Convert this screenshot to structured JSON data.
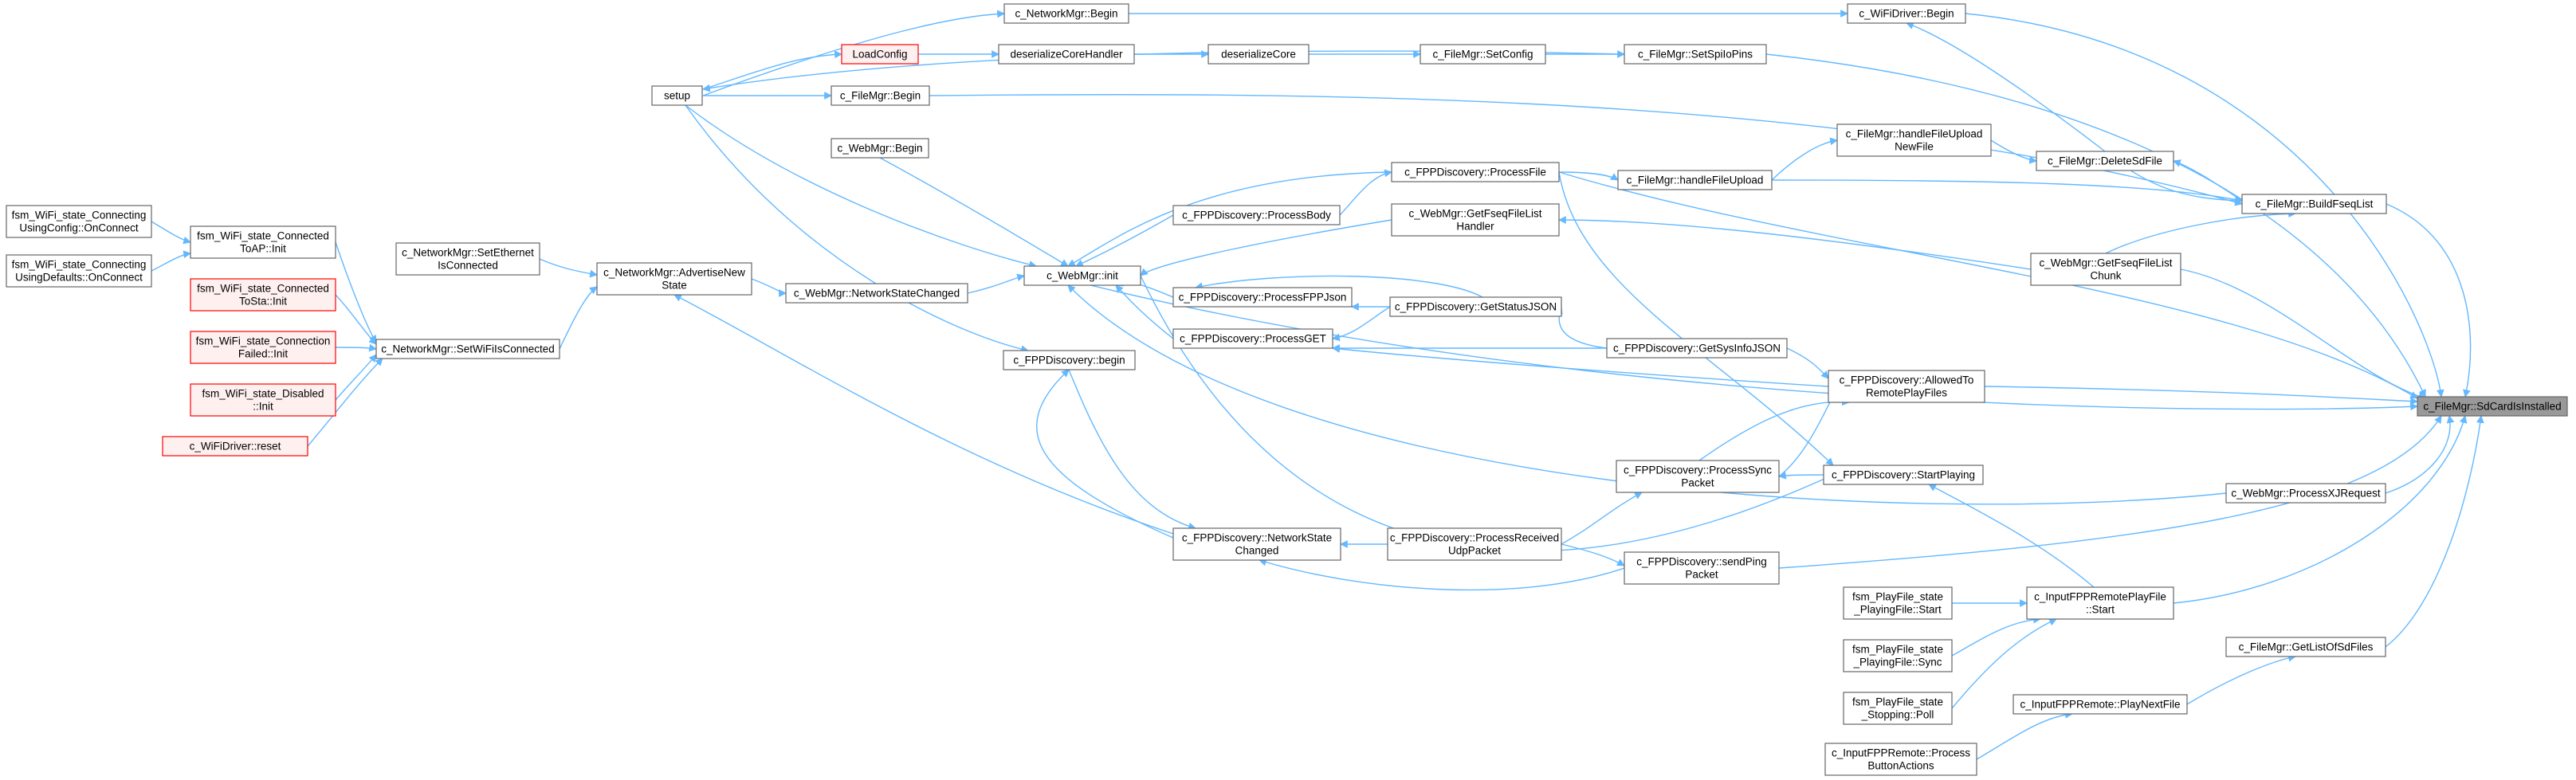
{
  "colors": {
    "edge": "#63b8ff",
    "node_border": "#666666",
    "node_fill": "#ffffff",
    "missing_border": "#ff0000",
    "missing_fill": "#fff0f0",
    "target_fill": "#999999"
  },
  "nodes": [
    {
      "id": "setup",
      "lines": [
        "setup"
      ]
    },
    {
      "id": "networkmgr-begin",
      "lines": [
        "c_NetworkMgr::Begin"
      ]
    },
    {
      "id": "wifidriver-begin",
      "lines": [
        "c_WiFiDriver::Begin"
      ]
    },
    {
      "id": "loadconfig",
      "lines": [
        "LoadConfig"
      ],
      "style": "red"
    },
    {
      "id": "deserializecorehandler",
      "lines": [
        "deserializeCoreHandler"
      ]
    },
    {
      "id": "deserializecore",
      "lines": [
        "deserializeCore"
      ]
    },
    {
      "id": "filemgr-setconfig",
      "lines": [
        "c_FileMgr::SetConfig"
      ]
    },
    {
      "id": "filemgr-setspiiopins",
      "lines": [
        "c_FileMgr::SetSpiIoPins"
      ]
    },
    {
      "id": "filemgr-begin",
      "lines": [
        "c_FileMgr::Begin"
      ]
    },
    {
      "id": "webmgr-begin",
      "lines": [
        "c_WebMgr::Begin"
      ]
    },
    {
      "id": "fppdiscovery-processfile",
      "lines": [
        "c_FPPDiscovery::ProcessFile"
      ]
    },
    {
      "id": "filemgr-handlefileupload",
      "lines": [
        "c_FileMgr::handleFileUpload"
      ]
    },
    {
      "id": "filemgr-handlefileuploadnewfile",
      "lines": [
        "c_FileMgr::handleFileUpload",
        "NewFile"
      ]
    },
    {
      "id": "filemgr-deletesdfile",
      "lines": [
        "c_FileMgr::DeleteSdFile"
      ]
    },
    {
      "id": "filemgr-buildfseqlist",
      "lines": [
        "c_FileMgr::BuildFseqList"
      ]
    },
    {
      "id": "fppdiscovery-processbody",
      "lines": [
        "c_FPPDiscovery::ProcessBody"
      ]
    },
    {
      "id": "webmgr-getfseqfilelisthandler",
      "lines": [
        "c_WebMgr::GetFseqFileList",
        "Handler"
      ]
    },
    {
      "id": "fsm-connecting-config",
      "lines": [
        "fsm_WiFi_state_Connecting",
        "UsingConfig::OnConnect"
      ]
    },
    {
      "id": "fsm-connected-toap",
      "lines": [
        "fsm_WiFi_state_Connected",
        "ToAP::Init"
      ]
    },
    {
      "id": "fsm-connecting-defaults",
      "lines": [
        "fsm_WiFi_state_Connecting",
        "UsingDefaults::OnConnect"
      ]
    },
    {
      "id": "networkmgr-setethernetisconnected",
      "lines": [
        "c_NetworkMgr::SetEthernet",
        "IsConnected"
      ]
    },
    {
      "id": "webmgr-init",
      "lines": [
        "c_WebMgr::init"
      ]
    },
    {
      "id": "webmgr-networkstatechanged",
      "lines": [
        "c_WebMgr::NetworkStateChanged"
      ]
    },
    {
      "id": "networkmgr-advertisenewstate",
      "lines": [
        "c_NetworkMgr::AdvertiseNew",
        "State"
      ]
    },
    {
      "id": "fsm-connected-tosta",
      "lines": [
        "fsm_WiFi_state_Connected",
        "ToSta::Init"
      ],
      "style": "red"
    },
    {
      "id": "fppdiscovery-processfppjson",
      "lines": [
        "c_FPPDiscovery::ProcessFPPJson"
      ]
    },
    {
      "id": "fppdiscovery-getstatusjson",
      "lines": [
        "c_FPPDiscovery::GetStatusJSON"
      ]
    },
    {
      "id": "webmgr-getfseqfilelistchunk",
      "lines": [
        "c_WebMgr::GetFseqFileList",
        "Chunk"
      ]
    },
    {
      "id": "fsm-connectionfailed",
      "lines": [
        "fsm_WiFi_state_Connection",
        "Failed::Init"
      ],
      "style": "red"
    },
    {
      "id": "networkmgr-setwifiisconnected",
      "lines": [
        "c_NetworkMgr::SetWiFiIsConnected"
      ]
    },
    {
      "id": "fppdiscovery-processget",
      "lines": [
        "c_FPPDiscovery::ProcessGET"
      ]
    },
    {
      "id": "fppdiscovery-getsysinfojson",
      "lines": [
        "c_FPPDiscovery::GetSysInfoJSON"
      ]
    },
    {
      "id": "fppdiscovery-begin",
      "lines": [
        "c_FPPDiscovery::begin"
      ]
    },
    {
      "id": "fppdiscovery-allowedtoremoteplayfiles",
      "lines": [
        "c_FPPDiscovery::AllowedTo",
        "RemotePlayFiles"
      ]
    },
    {
      "id": "fsm-disabled",
      "lines": [
        "fsm_WiFi_state_Disabled",
        "::Init"
      ],
      "style": "red"
    },
    {
      "id": "filemgr-sdcardisinstalled",
      "lines": [
        "c_FileMgr::SdCardIsInstalled"
      ],
      "style": "target"
    },
    {
      "id": "wifidriver-reset",
      "lines": [
        "c_WiFiDriver::reset"
      ],
      "style": "red"
    },
    {
      "id": "fppdiscovery-processsyncpacket",
      "lines": [
        "c_FPPDiscovery::ProcessSync",
        "Packet"
      ]
    },
    {
      "id": "fppdiscovery-startplaying",
      "lines": [
        "c_FPPDiscovery::StartPlaying"
      ]
    },
    {
      "id": "webmgr-processxjrequest",
      "lines": [
        "c_WebMgr::ProcessXJRequest"
      ]
    },
    {
      "id": "fppdiscovery-networkstatechanged",
      "lines": [
        "c_FPPDiscovery::NetworkState",
        "Changed"
      ]
    },
    {
      "id": "fppdiscovery-processreceivedudppacket",
      "lines": [
        "c_FPPDiscovery::ProcessReceived",
        "UdpPacket"
      ]
    },
    {
      "id": "fppdiscovery-sendpingpacket",
      "lines": [
        "c_FPPDiscovery::sendPing",
        "Packet"
      ]
    },
    {
      "id": "fsm-playingfile-start",
      "lines": [
        "fsm_PlayFile_state",
        "_PlayingFile::Start"
      ]
    },
    {
      "id": "inputfppremoteplayfile-start",
      "lines": [
        "c_InputFPPRemotePlayFile",
        "::Start"
      ]
    },
    {
      "id": "fsm-playingfile-sync",
      "lines": [
        "fsm_PlayFile_state",
        "_PlayingFile::Sync"
      ]
    },
    {
      "id": "filemgr-getlistofsdfiles",
      "lines": [
        "c_FileMgr::GetListOfSdFiles"
      ]
    },
    {
      "id": "fsm-stopping-poll",
      "lines": [
        "fsm_PlayFile_state",
        "_Stopping::Poll"
      ]
    },
    {
      "id": "inputfppremote-playnextfile",
      "lines": [
        "c_InputFPPRemote::PlayNextFile"
      ]
    },
    {
      "id": "inputfppremote-processbuttonactions",
      "lines": [
        "c_InputFPPRemote::Process",
        "ButtonActions"
      ]
    }
  ]
}
